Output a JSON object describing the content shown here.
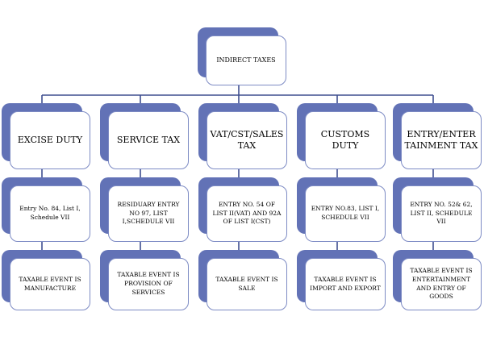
{
  "diagram": {
    "root": {
      "label": "INDIRECT TAXES"
    },
    "columns": [
      {
        "tax": "EXCISE DUTY",
        "entry": "Entry No. 84, List I, Schedule VII",
        "event": "TAXABLE EVENT IS MANUFACTURE"
      },
      {
        "tax": "SERVICE TAX",
        "entry": "RESIDUARY ENTRY NO 97, LIST I,SCHEDULE VII",
        "event": "TAXABLE EVENT IS PROVISION OF SERVICES"
      },
      {
        "tax": "VAT/CST/SALES TAX",
        "entry": "ENTRY NO. 54 OF LIST II(VAT) AND 92A OF LIST I(CST)",
        "event": "TAXABLE EVENT IS SALE"
      },
      {
        "tax": "CUSTOMS DUTY",
        "entry": "ENTRY NO.83, LIST I, SCHEDULE VII",
        "event": "TAXABLE EVENT IS IMPORT AND EXPORT"
      },
      {
        "tax": "ENTRY/ENTERTAINMENT TAX",
        "entry": "ENTRY NO. 52& 62, LIST II, SCHEDULE VII",
        "event": "TAXABLE EVENT IS ENTERTAINMENT AND ENTRY OF GOODS"
      }
    ]
  },
  "colors": {
    "shadow": "#6272b6",
    "border": "#7d8bc4",
    "connector": "#3f4f8f"
  }
}
